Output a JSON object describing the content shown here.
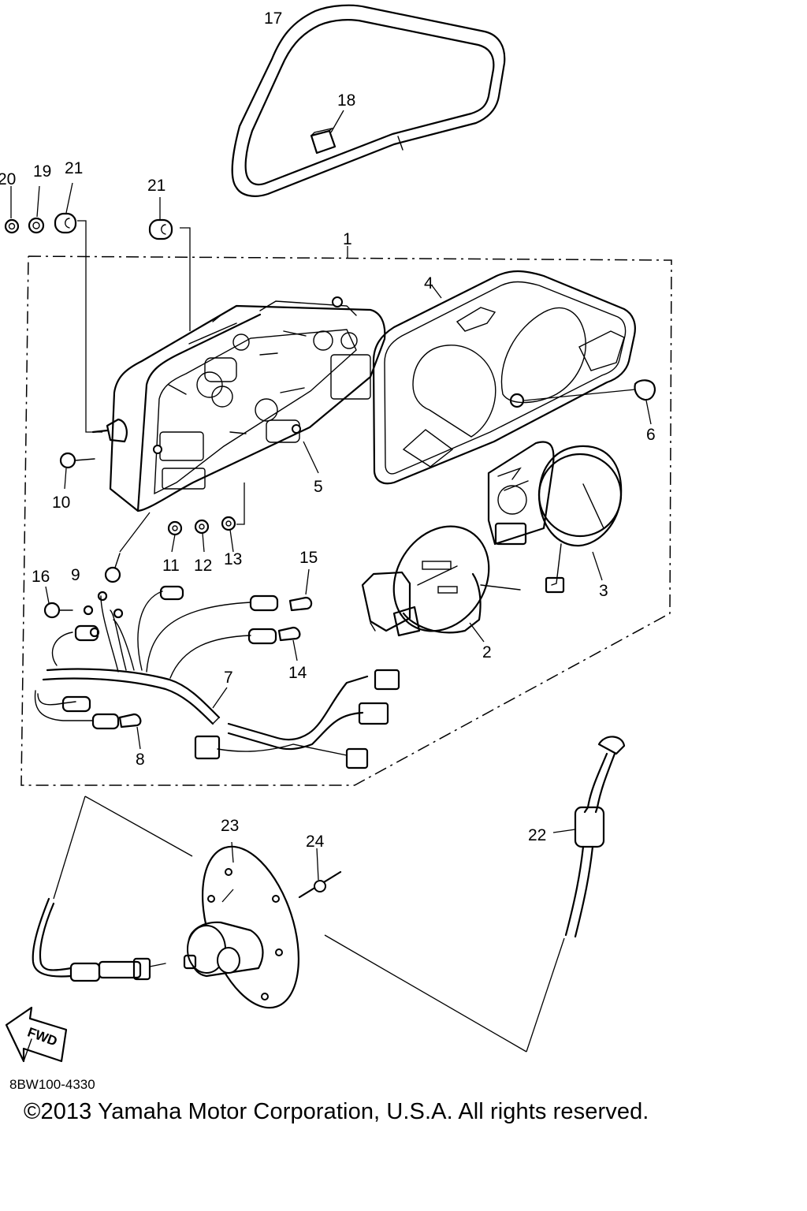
{
  "diagram": {
    "callouts": [
      "1",
      "2",
      "3",
      "4",
      "5",
      "6",
      "7",
      "8",
      "9",
      "10",
      "11",
      "12",
      "13",
      "14",
      "15",
      "16",
      "17",
      "18",
      "19",
      "20",
      "21",
      "21",
      "22",
      "23",
      "24"
    ],
    "direction_label": "FWD",
    "code": "8BW100-4330",
    "copyright": "©2013 Yamaha Motor Corporation, U.S.A. All rights reserved."
  }
}
